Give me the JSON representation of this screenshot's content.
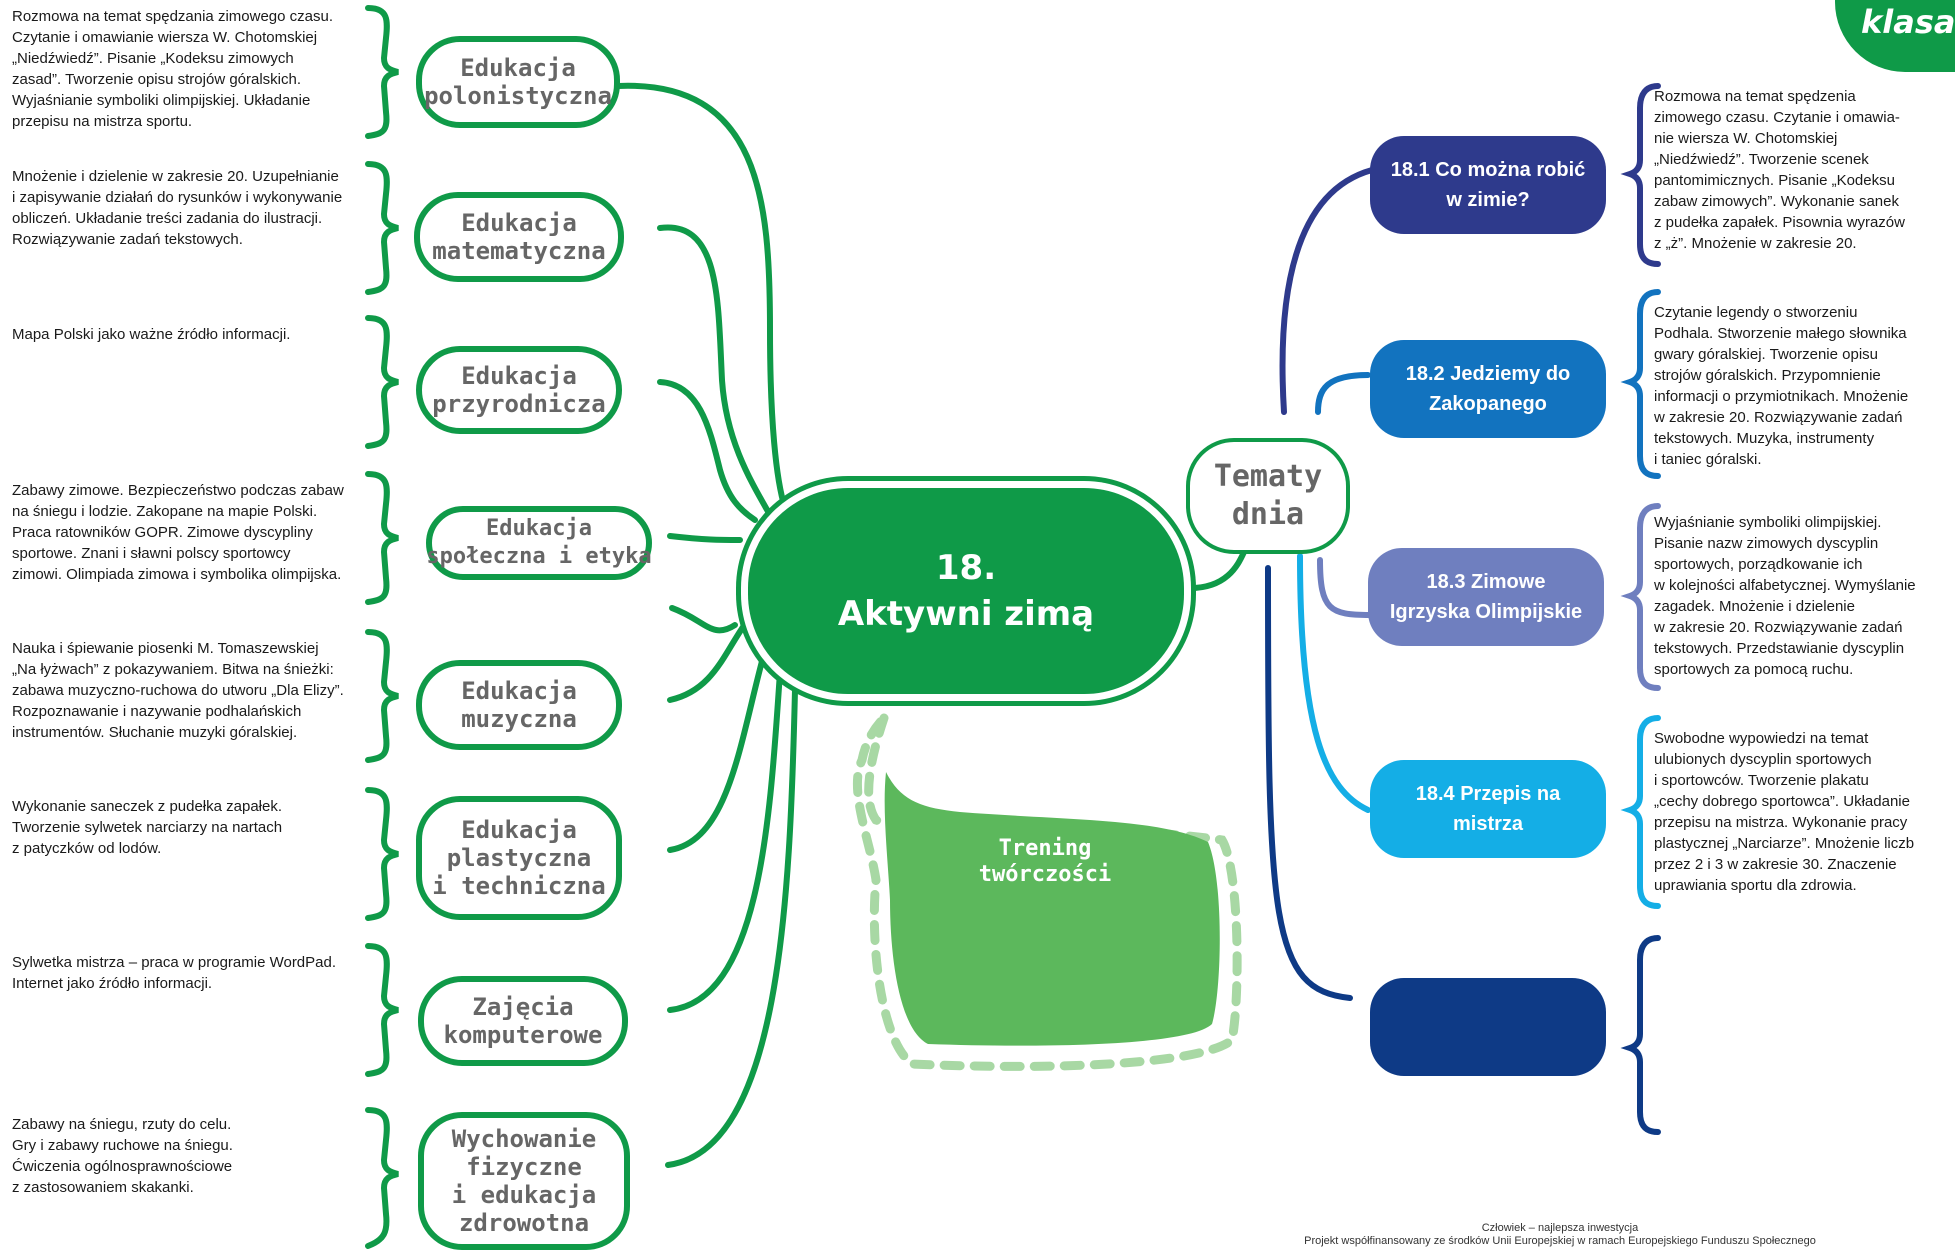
{
  "badge": {
    "label": "klasa"
  },
  "center": {
    "number": "18.",
    "title": "Aktywni zimą"
  },
  "tematy": {
    "label": "Tematy\ndnia"
  },
  "trening": {
    "label": "Trening\ntwórczości"
  },
  "subjects": [
    {
      "label": "Edukacja\npolonistyczna",
      "desc": "Rozmowa na temat spędzania zimowego czasu.\nCzytanie i omawianie wiersza W. Chotomskiej\n„Niedźwiedź”. Pisanie „Kodeksu zimowych\nzasad”. Tworzenie opisu strojów góralskich.\nWyjaśnianie symboliki olimpijskiej. Układanie\nprzepisu na mistrza sportu."
    },
    {
      "label": "Edukacja\nmatematyczna",
      "desc": "Mnożenie i dzielenie w zakresie 20. Uzupełnianie\ni zapisywanie działań do rysunków i wykonywanie\nobliczeń. Układanie treści zadania do ilustracji.\nRozwiązywanie zadań tekstowych."
    },
    {
      "label": "Edukacja\nprzyrodnicza",
      "desc": "Mapa Polski jako ważne źródło informacji."
    },
    {
      "label": "Edukacja\nspołeczna i etyka",
      "desc": "Zabawy zimowe. Bezpieczeństwo podczas zabaw\nna śniegu i lodzie. Zakopane na mapie Polski.\nPraca ratowników GOPR. Zimowe dyscypliny\nsportowe. Znani i sławni polscy sportowcy\nzimowi. Olimpiada zimowa i symbolika olimpijska."
    },
    {
      "label": "Edukacja\nmuzyczna",
      "desc": "Nauka i śpiewanie piosenki M. Tomaszewskiej\n„Na łyżwach” z pokazywaniem. Bitwa na śnieżki:\nzabawa muzyczno-ruchowa do utworu „Dla Elizy”.\nRozpoznawanie i nazywanie podhalańskich\ninstrumentów. Słuchanie muzyki góralskiej."
    },
    {
      "label": "Edukacja\nplastyczna\ni techniczna",
      "desc": "Wykonanie saneczek z pudełka zapałek.\nTworzenie sylwetek narciarzy na nartach\nz patyczków od lodów."
    },
    {
      "label": "Zajęcia\nkomputerowe",
      "desc": "Sylwetka mistrza – praca w programie WordPad.\nInternet jako źródło informacji."
    },
    {
      "label": "Wychowanie\nfizyczne\ni edukacja\nzdrowotna",
      "desc": "Zabawy na śniegu, rzuty do celu.\nGry i zabawy ruchowe na śniegu.\nĆwiczenia ogólnosprawnościowe\nz zastosowaniem skakanki."
    }
  ],
  "topics": [
    {
      "label": "18.1 Co można robić\nw zimie?",
      "color": "#2e3a8c",
      "desc": "Rozmowa na temat spędzenia\nzimowego czasu. Czytanie i omawia-\nnie wiersza W. Chotomskiej\n„Niedźwiedź”. Tworzenie scenek\npantomimicznych. Pisanie „Kodeksu\nzabaw zimowych”. Wykonanie sanek\nz pudełka zapałek. Pisownia wyrazów\nz „ż”. Mnożenie w zakresie 20."
    },
    {
      "label": "18.2 Jedziemy do\nZakopanego",
      "color": "#1273bf",
      "desc": "Czytanie legendy o stworzeniu\nPodhala. Stworzenie małego słownika\ngwary góralskiej. Tworzenie opisu\nstrojów góralskich. Przypomnienie\ninformacji o przymiotnikach. Mnożenie\nw zakresie 20. Rozwiązywanie zadań\ntekstowych. Muzyka, instrumenty\ni taniec góralski."
    },
    {
      "label": "18.3 Zimowe\nIgrzyska Olimpijskie",
      "color": "#6f7fbf",
      "desc": "Wyjaśnianie symboliki olimpijskiej.\nPisanie nazw zimowych dyscyplin\nsportowych, porządkowanie ich\nw kolejności alfabetycznej. Wymyślanie\nzagadek. Mnożenie i dzielenie\nw zakresie 20. Rozwiązywanie zadań\ntekstowych. Przedstawianie dyscyplin\nsportowych za pomocą ruchu."
    },
    {
      "label": "18.4 Przepis na\nmistrza",
      "color": "#14aee6",
      "desc": "Swobodne wypowiedzi na temat\nulubionych dyscyplin sportowych\ni sportowców. Tworzenie plakatu\n„cechy dobrego sportowca”. Układanie\nprzepisu na mistrza. Wykonanie pracy\nplastycznej „Narciarze”. Mnożenie liczb\nprzez 2 i 3 w zakresie 30. Znaczenie\nuprawiania sportu dla zdrowia."
    },
    {
      "label": "",
      "color": "#0e3a86",
      "desc": ""
    }
  ],
  "footer": {
    "line1": "Człowiek – najlepsza inwestycja",
    "line2": "Projekt współfinansowany ze środków Unii Europejskiej w ramach Europejskiego Funduszu Społecznego"
  },
  "colors": {
    "green": "#0f9a48",
    "light_green": "#5cb85c",
    "dash_green": "#a8d8a4"
  }
}
